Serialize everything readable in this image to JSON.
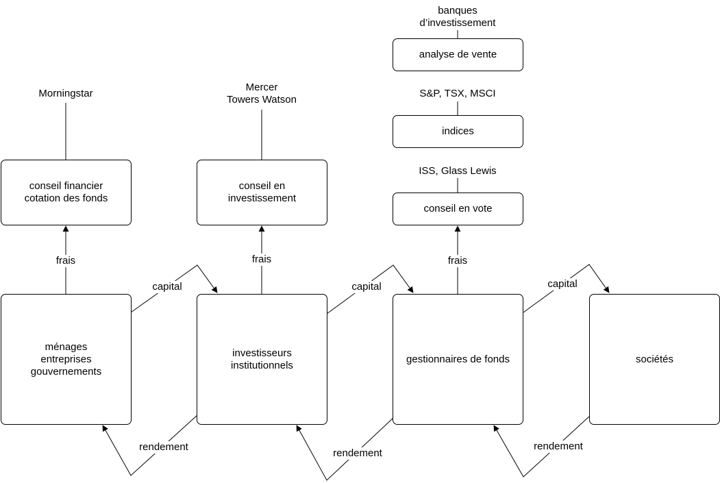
{
  "boxes": {
    "menages": [
      "ménages",
      "entreprises",
      "gouvernements"
    ],
    "investisseurs": [
      "investisseurs",
      "institutionnels"
    ],
    "gestionnaires": [
      "gestionnaires de fonds"
    ],
    "societes": [
      "sociétés"
    ],
    "conseil_financier": [
      "conseil financier",
      "cotation des fonds"
    ],
    "conseil_investissement": [
      "conseil en",
      "investissement"
    ],
    "conseil_vote": [
      "conseil en vote"
    ],
    "indices": [
      "indices"
    ],
    "analyse_vente": [
      "analyse de vente"
    ]
  },
  "providers": {
    "morningstar": [
      "Morningstar"
    ],
    "mercer": [
      "Mercer",
      "Towers Watson"
    ],
    "iss": [
      "ISS, Glass Lewis"
    ],
    "sp": [
      "S&P, TSX, MSCI"
    ],
    "banques": [
      "banques",
      "d’investissement"
    ]
  },
  "labels": {
    "capital": "capital",
    "rendement": "rendement",
    "frais": "frais"
  }
}
